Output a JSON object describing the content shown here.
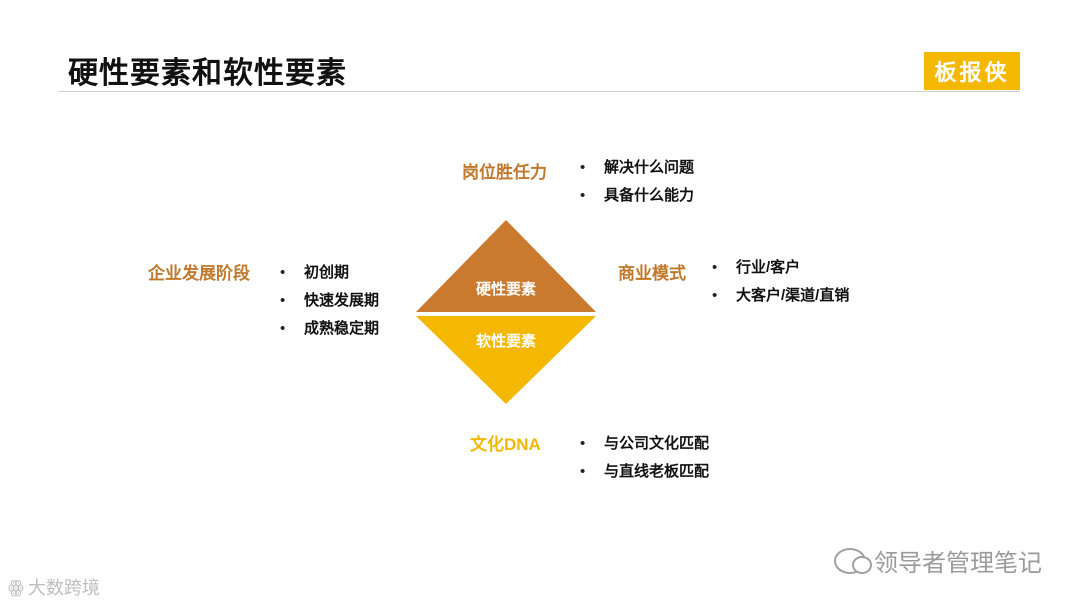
{
  "header": {
    "title": "硬性要素和软性要素",
    "logo_text": "板报侠"
  },
  "diagram": {
    "top_label": "硬性要素",
    "bottom_label": "软性要素",
    "colors": {
      "top": "#c97a2f",
      "bottom": "#f5b800"
    }
  },
  "sections": {
    "stage": {
      "heading": "企业发展阶段",
      "items": [
        "初创期",
        "快速发展期",
        "成熟稳定期"
      ]
    },
    "competency": {
      "heading": "岗位胜任力",
      "items": [
        "解决什么问题",
        "具备什么能力"
      ]
    },
    "business": {
      "heading": "商业模式",
      "items": [
        "行业/客户",
        "大客户/渠道/直销"
      ]
    },
    "culture": {
      "heading": "文化DNA",
      "items": [
        "与公司文化匹配",
        "与直线老板匹配"
      ]
    }
  },
  "watermarks": {
    "account": "领导者管理笔记",
    "corner": "大数跨境"
  }
}
